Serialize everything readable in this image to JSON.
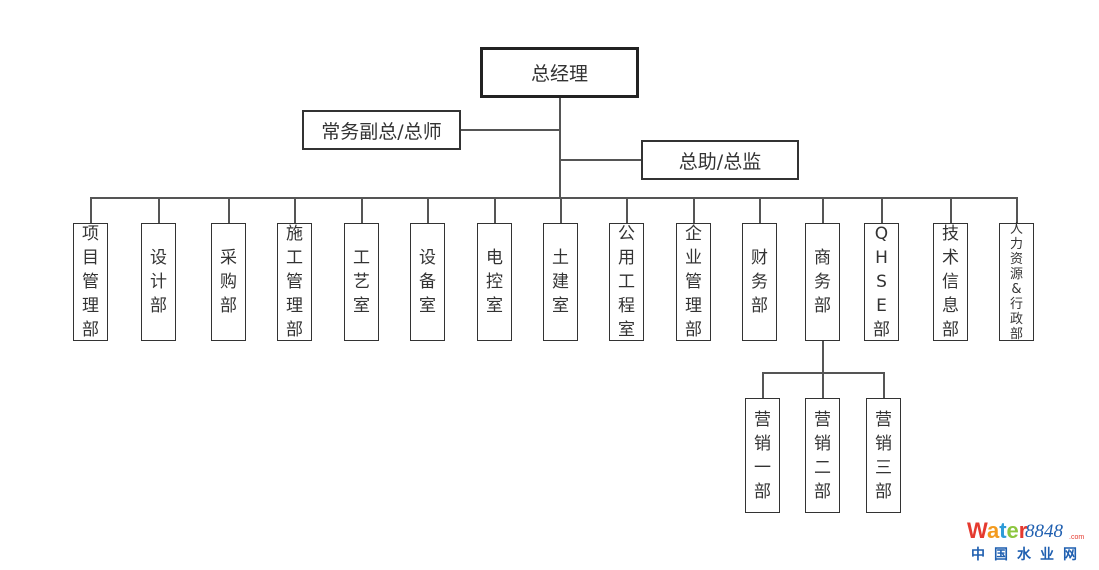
{
  "top": {
    "label": "总经理"
  },
  "deputy": {
    "label": "常务副总/总师"
  },
  "assistant": {
    "label": "总助/总监"
  },
  "departments": [
    {
      "label": "项目管理部"
    },
    {
      "label": "设计部"
    },
    {
      "label": "采购部"
    },
    {
      "label": "施工管理部"
    },
    {
      "label": "工艺室"
    },
    {
      "label": "设备室"
    },
    {
      "label": "电控室"
    },
    {
      "label": "土建室"
    },
    {
      "label": "公用工程室"
    },
    {
      "label": "企业管理部"
    },
    {
      "label": "财务部"
    },
    {
      "label": "商务部"
    },
    {
      "label": "QHSE部"
    },
    {
      "label": "技术信息部"
    },
    {
      "label": "人力资源&行政部"
    }
  ],
  "sub_departments": [
    {
      "label": "营销一部"
    },
    {
      "label": "营销二部"
    },
    {
      "label": "营销三部"
    }
  ],
  "watermark": {
    "brand": "water8848",
    "domain": ".com",
    "cn": "中国水业网"
  }
}
